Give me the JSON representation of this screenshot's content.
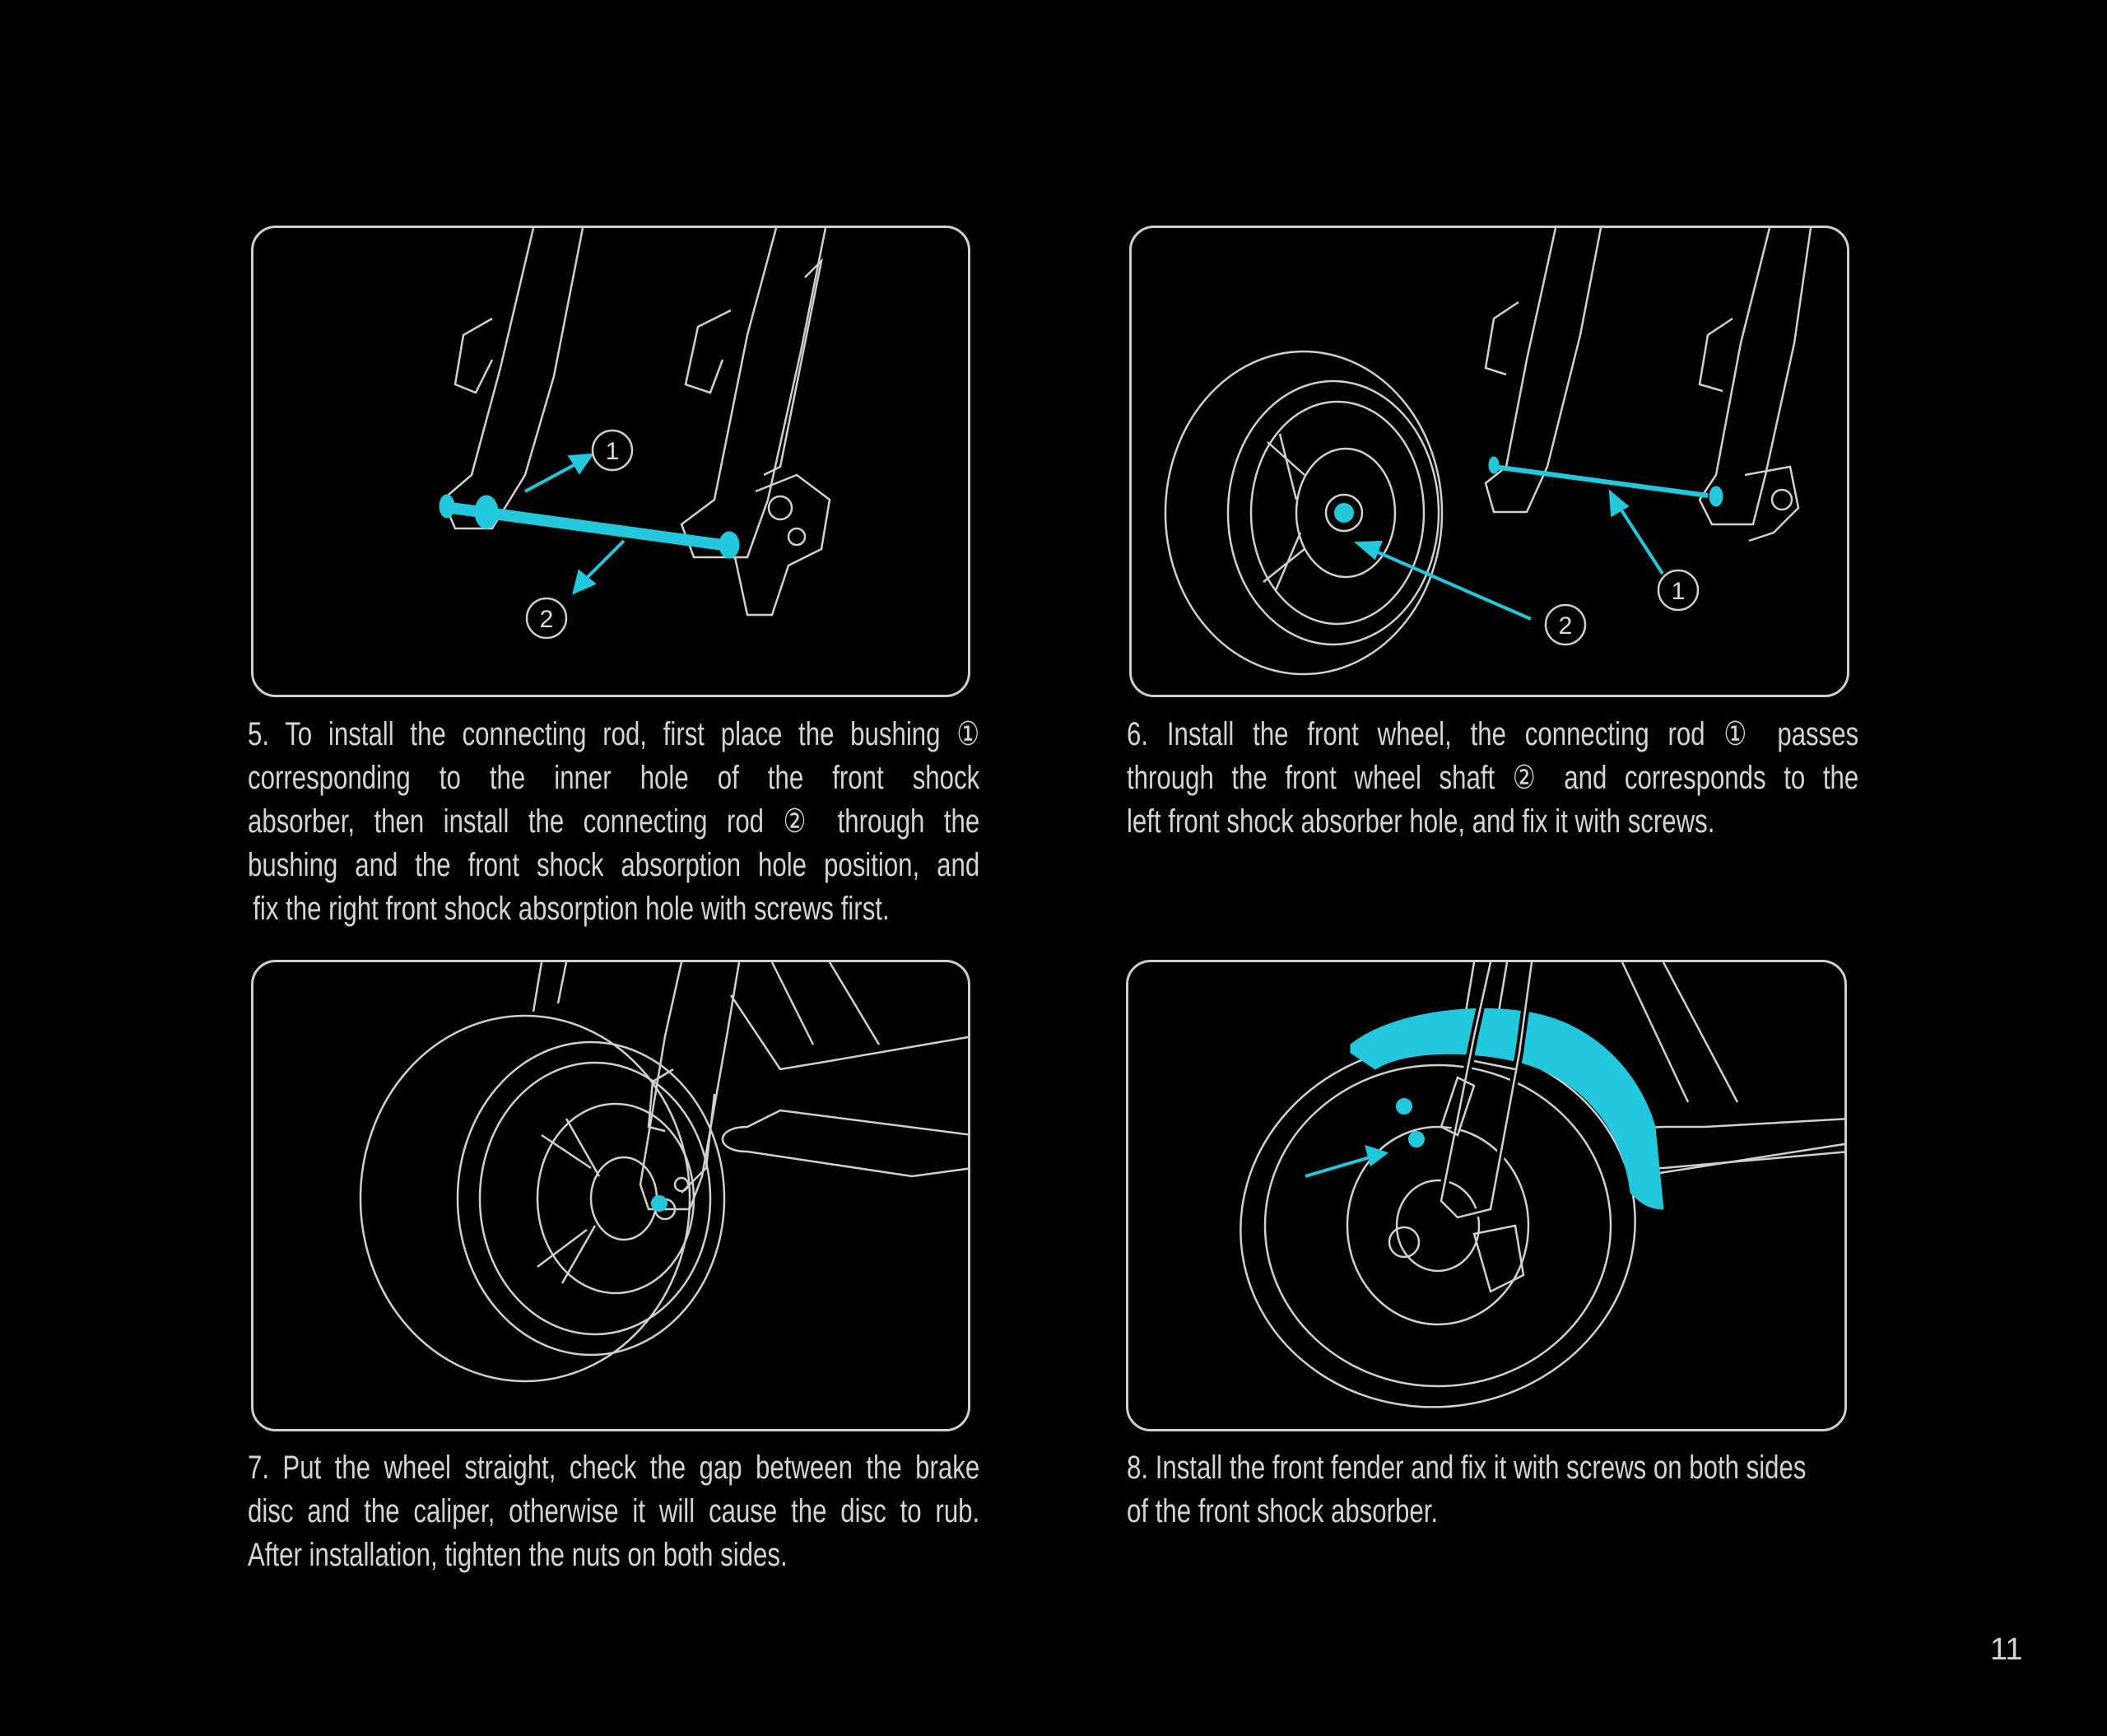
{
  "steps": [
    {
      "lines": [
        "5. To install the connecting rod, first place the bushing ①",
        "corresponding to the inner hole of the front shock",
        "absorber, then install the connecting rod ② through the",
        "bushing and the front shock absorption hole position, and",
        " fix the right front shock absorption hole with screws first."
      ],
      "callouts": [
        "1",
        "2"
      ]
    },
    {
      "lines": [
        "6. Install the front wheel, the connecting rod ① passes",
        "through the front wheel shaft ② and corresponds to the",
        "left front shock absorber hole, and fix it with screws."
      ],
      "callouts": [
        "1",
        "2"
      ]
    },
    {
      "lines": [
        "7. Put the wheel straight, check the gap between the brake",
        "disc and the caliper, otherwise it will cause the disc to rub.",
        "After installation, tighten the nuts on both sides."
      ]
    },
    {
      "lines": [
        "8. Install the front fender and fix it with screws on both sides",
        "of the front shock absorber."
      ]
    }
  ],
  "page_number": "11",
  "colors": {
    "accent": "#22c8dc",
    "line": "#d0d0d0",
    "background": "#000000"
  }
}
